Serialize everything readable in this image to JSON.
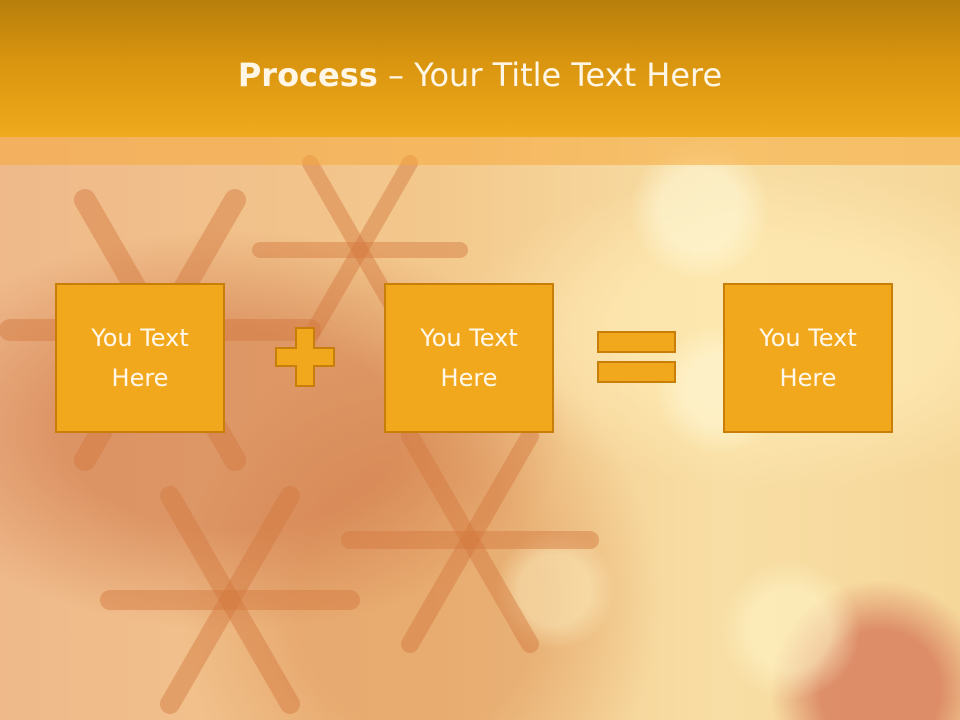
{
  "slide": {
    "title_bold": "Process",
    "title_dash": " – ",
    "title_rest": "Your Title Text Here"
  },
  "boxes": [
    {
      "line1": "You Text",
      "line2": "Here"
    },
    {
      "line1": "You Text",
      "line2": "Here"
    },
    {
      "line1": "You Text",
      "line2": "Here"
    }
  ],
  "operators": [
    "plus-icon",
    "equals-icon"
  ],
  "colors": {
    "header_top": "#b77e0c",
    "header_bottom": "#f0aa1d",
    "box_fill": "#f2a81d",
    "box_border": "#c77f0a",
    "text": "#fff8ea"
  }
}
